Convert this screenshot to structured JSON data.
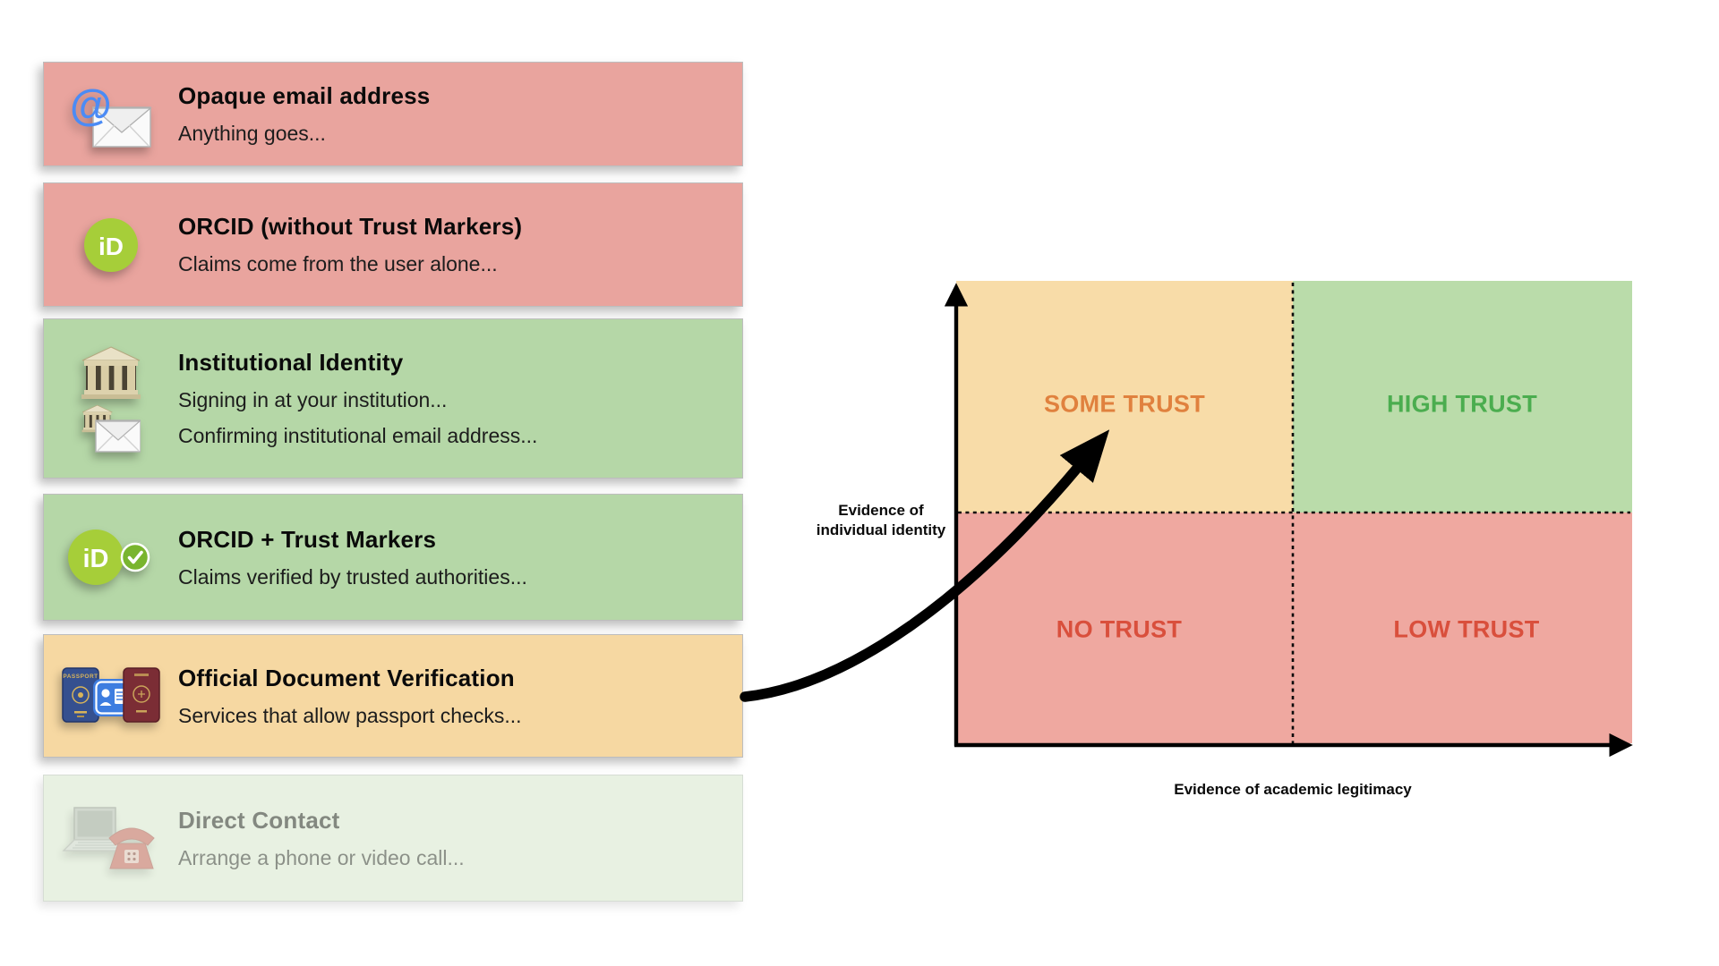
{
  "page": {
    "background": "#ffffff"
  },
  "cards": [
    {
      "icon": "email-at-icon",
      "tone": "red",
      "title": "Opaque email address",
      "lines": [
        "Anything goes..."
      ]
    },
    {
      "icon": "orcid-id-icon",
      "tone": "red",
      "title": "ORCID (without Trust Markers)",
      "lines": [
        "Claims come from the user alone..."
      ]
    },
    {
      "icon": "institution-icon",
      "tone": "green",
      "title": "Institutional Identity",
      "lines": [
        "Signing in at your institution...",
        "Confirming institutional email address..."
      ]
    },
    {
      "icon": "orcid-verified-icon",
      "tone": "green",
      "title": "ORCID + Trust Markers",
      "lines": [
        "Claims verified by trusted authorities..."
      ]
    },
    {
      "icon": "passport-check-icon",
      "tone": "orange",
      "title": "Official Document Verification",
      "lines": [
        "Services that allow passport checks..."
      ]
    },
    {
      "icon": "laptop-phone-icon",
      "tone": "faded",
      "title": "Direct Contact",
      "lines": [
        "Arrange a phone or video call..."
      ]
    }
  ],
  "icon_labels": {
    "orcid": "iD",
    "passport": "PASSPORT"
  },
  "quadrant_chart": {
    "x_axis_label": "Evidence of academic legitimacy",
    "y_axis_label_line1": "Evidence of",
    "y_axis_label_line2": "individual identity",
    "quadrants": {
      "top_left": {
        "label": "SOME TRUST",
        "bg": "#F8DCA8",
        "label_color": "#E0813E"
      },
      "top_right": {
        "label": "HIGH TRUST",
        "bg": "#BADCAA",
        "label_color": "#4BAD4F"
      },
      "bottom_left": {
        "label": "NO TRUST",
        "bg": "#EFA8A0",
        "label_color": "#D94F3C"
      },
      "bottom_right": {
        "label": "LOW TRUST",
        "bg": "#EFA8A0",
        "label_color": "#D94F3C"
      }
    }
  },
  "colors": {
    "card_red": "#E9A49E",
    "card_green": "#B5D7A7",
    "card_orange": "#F6D8A2",
    "card_faded_green": "#E8F1E2",
    "orcid_green": "#A6CE39",
    "arrow": "#000000"
  }
}
